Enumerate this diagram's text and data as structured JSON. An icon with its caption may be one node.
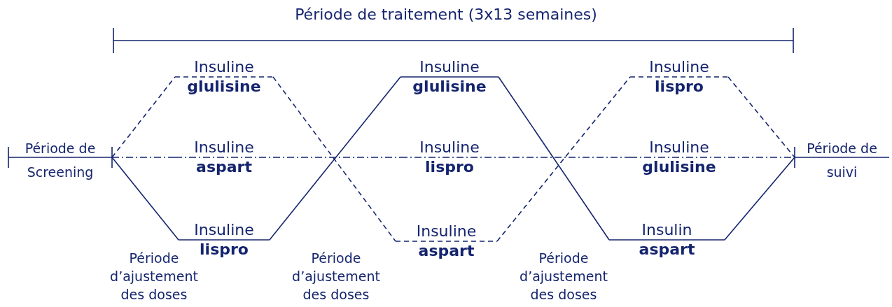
{
  "diagram": {
    "title": "Période de traitement (3x13 semaines)",
    "nodes": [
      {
        "text": [
          "Période de",
          "Screening"
        ]
      },
      {
        "text": [
          "Insuline",
          "glulisine"
        ]
      },
      {
        "text": [
          "Insuline",
          "aspart"
        ]
      },
      {
        "text": [
          "Insuline",
          "lispro"
        ]
      },
      {
        "text": [
          "Insuline",
          "glulisine"
        ]
      },
      {
        "text": [
          "Insuline",
          "lispro"
        ]
      },
      {
        "text": [
          "Insuline",
          "aspart"
        ]
      },
      {
        "text": [
          "Insuline",
          "lispro"
        ]
      },
      {
        "text": [
          "Insuline",
          "glulisine"
        ]
      },
      {
        "text": [
          "Insulin",
          "aspart"
        ]
      },
      {
        "text": [
          "Période de",
          "suivi"
        ]
      }
    ],
    "edges": [
      {
        "from": 0,
        "to": 1,
        "arrow": "none",
        "style": "dashed"
      },
      {
        "from": 1,
        "to": 6,
        "arrow": "none",
        "style": "dashed"
      },
      {
        "from": 6,
        "to": 7,
        "arrow": "none",
        "style": "dashed"
      },
      {
        "from": 7,
        "to": 10,
        "arrow": "none",
        "style": "dashed"
      },
      {
        "from": 0,
        "to": 2,
        "arrow": "none",
        "style": "dashed"
      },
      {
        "from": 2,
        "to": 5,
        "arrow": "none",
        "style": "dashed"
      },
      {
        "from": 5,
        "to": 8,
        "arrow": "none",
        "style": "dashed"
      },
      {
        "from": 8,
        "to": 10,
        "arrow": "none",
        "style": "dashed"
      },
      {
        "from": 0,
        "to": 3,
        "arrow": "none"
      },
      {
        "from": 3,
        "to": 4,
        "arrow": "none"
      },
      {
        "from": 4,
        "to": 9,
        "arrow": "none"
      },
      {
        "from": 9,
        "to": 10,
        "arrow": "none"
      }
    ],
    "labels": [
      "Période d’ajustement des doses",
      "Période d’ajustement des doses",
      "Période d’ajustement des doses"
    ]
  }
}
